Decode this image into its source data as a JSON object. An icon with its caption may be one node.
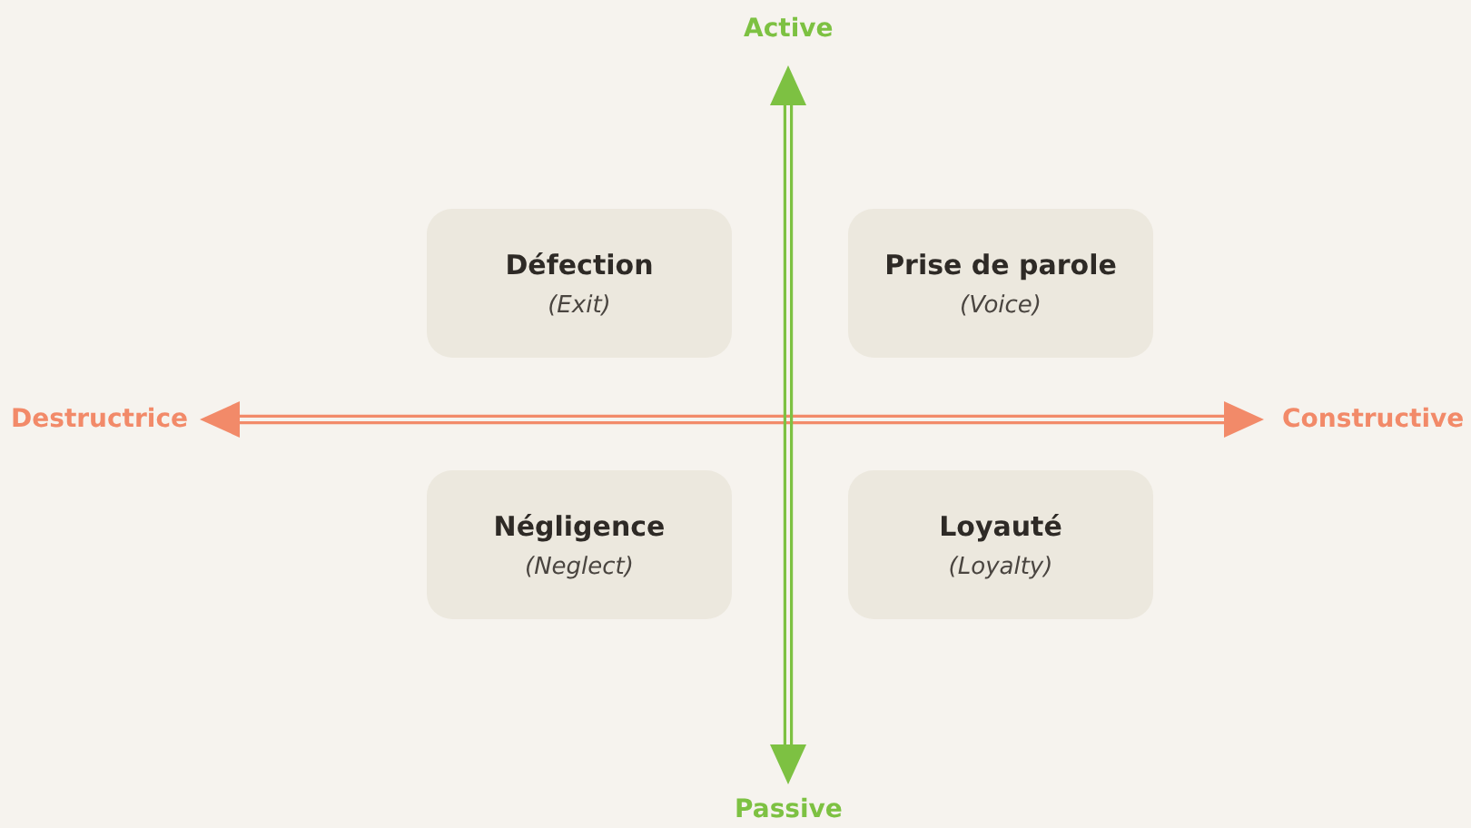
{
  "diagram": {
    "nodes": [
      {
        "text": [
          "Défection",
          "(Exit)"
        ]
      },
      {
        "text": [
          "Prise de parole",
          "(Voice)"
        ]
      },
      {
        "text": [
          "Négligence",
          "(Neglect)"
        ]
      },
      {
        "text": [
          "Loyauté",
          "(Loyalty)"
        ]
      }
    ],
    "labels": [
      "Active",
      "Destructrice",
      "Constructive",
      "Passive"
    ]
  }
}
